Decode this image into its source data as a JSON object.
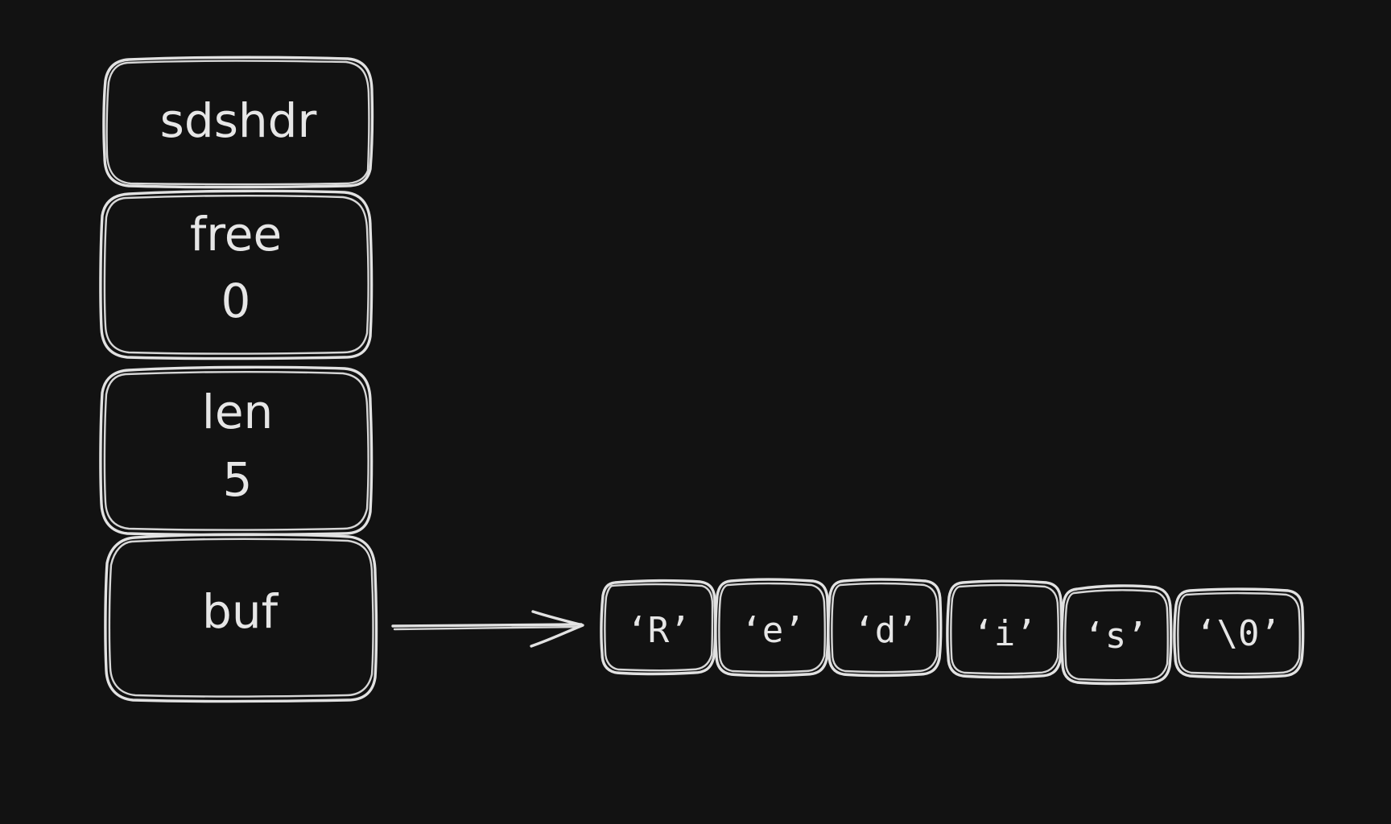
{
  "struct": {
    "name": "sdshdr",
    "free": {
      "label": "free",
      "value": "0"
    },
    "len": {
      "label": "len",
      "value": "5"
    },
    "buf": {
      "label": "buf"
    }
  },
  "buffer": {
    "cells": [
      "‘R’",
      "‘e’",
      "‘d’",
      "‘i’",
      "‘s’",
      "‘\\0’"
    ]
  }
}
